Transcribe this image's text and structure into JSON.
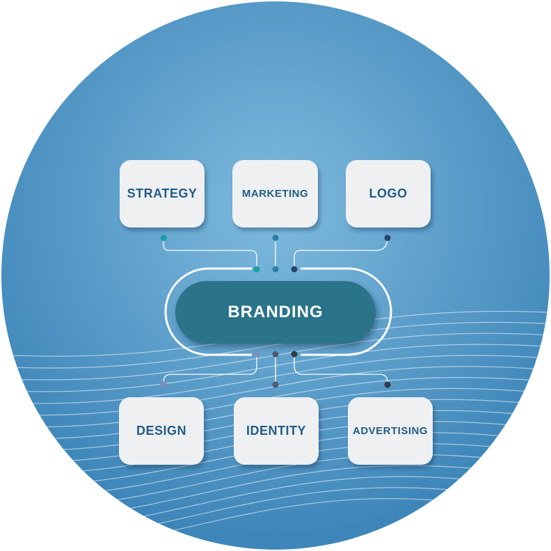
{
  "center": {
    "label": "BRANDING"
  },
  "nodes": {
    "strategy": "STRATEGY",
    "marketing": "MARKETING",
    "logo": "LOGO",
    "design": "DESIGN",
    "identity": "IDENTITY",
    "advertising": "ADVERTISING"
  },
  "colors": {
    "circle_light": "#7bb5dc",
    "circle_dark": "#3f88bb",
    "hub_fill": "#2c7389",
    "card_fill": "#eef0f2",
    "card_text": "#235c86",
    "dot_teal": "#1a9fa6",
    "dot_blue": "#2a7fa8",
    "dot_navy": "#24476b",
    "dot_slate": "#7e8cb6",
    "dot_grey": "#4f5a74",
    "dot_dark": "#2f3a4a"
  }
}
